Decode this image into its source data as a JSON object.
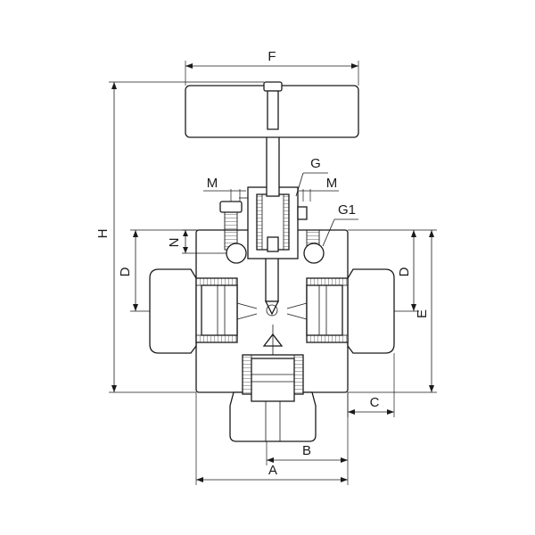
{
  "labels": {
    "A": "A",
    "B": "B",
    "C": "C",
    "D_left": "D",
    "D_right": "D",
    "E": "E",
    "F": "F",
    "G": "G",
    "G1": "G1",
    "H": "H",
    "M_left": "M",
    "M_right": "M",
    "N": "N"
  }
}
